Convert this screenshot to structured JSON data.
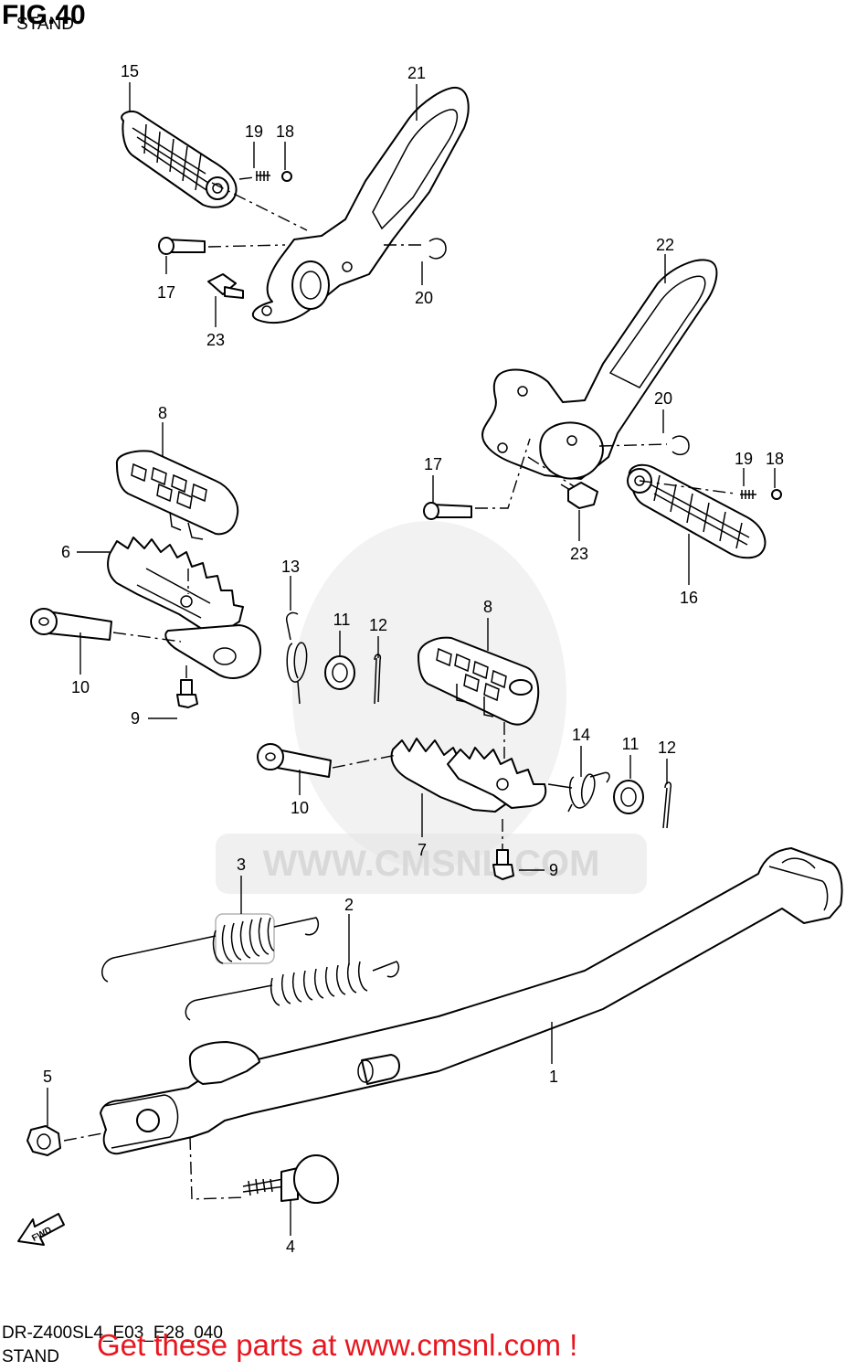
{
  "header": {
    "figure": "FIG.40",
    "section": "STAND"
  },
  "footer": {
    "model_code": "DR-Z400SL4_E03_E28_040",
    "section": "STAND",
    "promo": "Get these parts at www.cmsnl.com !"
  },
  "watermark": {
    "url": "WWW.CMSNL.COM"
  },
  "arrow": {
    "label": "FWD"
  },
  "callouts": [
    {
      "id": "15",
      "label": "15"
    },
    {
      "id": "21",
      "label": "21"
    },
    {
      "id": "19a",
      "label": "19"
    },
    {
      "id": "18a",
      "label": "18"
    },
    {
      "id": "17a",
      "label": "17"
    },
    {
      "id": "20a",
      "label": "20"
    },
    {
      "id": "23a",
      "label": "23"
    },
    {
      "id": "22",
      "label": "22"
    },
    {
      "id": "20b",
      "label": "20"
    },
    {
      "id": "19b",
      "label": "19"
    },
    {
      "id": "18b",
      "label": "18"
    },
    {
      "id": "17b",
      "label": "17"
    },
    {
      "id": "23b",
      "label": "23"
    },
    {
      "id": "16",
      "label": "16"
    },
    {
      "id": "8a",
      "label": "8"
    },
    {
      "id": "6",
      "label": "6"
    },
    {
      "id": "10a",
      "label": "10"
    },
    {
      "id": "9a",
      "label": "9"
    },
    {
      "id": "13",
      "label": "13"
    },
    {
      "id": "11a",
      "label": "11"
    },
    {
      "id": "12a",
      "label": "12"
    },
    {
      "id": "8b",
      "label": "8"
    },
    {
      "id": "14",
      "label": "14"
    },
    {
      "id": "11b",
      "label": "11"
    },
    {
      "id": "12b",
      "label": "12"
    },
    {
      "id": "10b",
      "label": "10"
    },
    {
      "id": "7",
      "label": "7"
    },
    {
      "id": "9b",
      "label": "9"
    },
    {
      "id": "3",
      "label": "3"
    },
    {
      "id": "2",
      "label": "2"
    },
    {
      "id": "1",
      "label": "1"
    },
    {
      "id": "5",
      "label": "5"
    },
    {
      "id": "4",
      "label": "4"
    }
  ]
}
